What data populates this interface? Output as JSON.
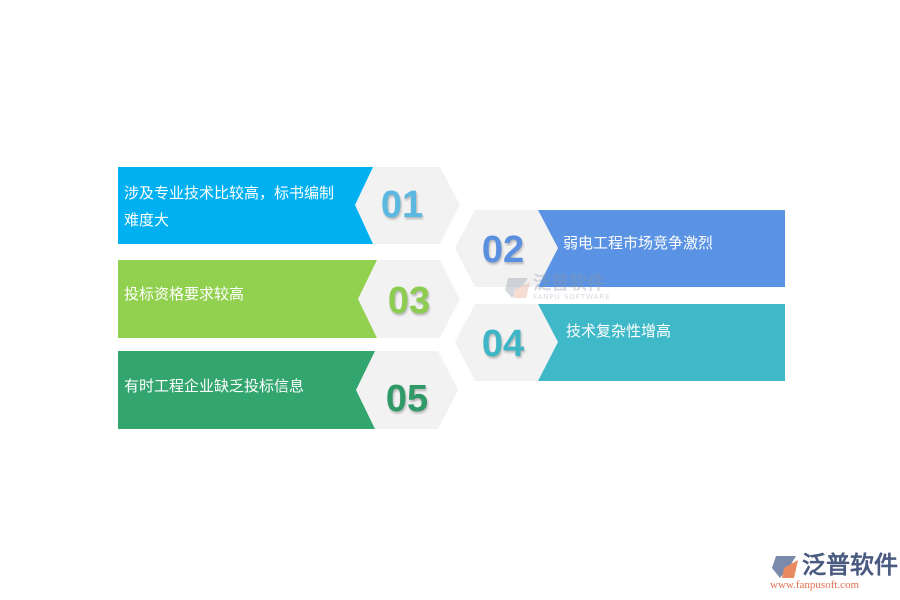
{
  "items": [
    {
      "number": "01",
      "text_line1": "涉及专业技术比较高，标书编制",
      "text_line2": "难度大",
      "color": "#00b0f0",
      "number_color": "#5bb8e0"
    },
    {
      "number": "02",
      "text": "弱电工程市场竞争激烈",
      "color": "#5b93e4",
      "number_color": "#5b8fe0"
    },
    {
      "number": "03",
      "text": "投标资格要求较高",
      "color": "#92d050",
      "number_color": "#8ccc50"
    },
    {
      "number": "04",
      "text": "技术复杂性增高",
      "color": "#3fb8c8",
      "number_color": "#3fb5c5"
    },
    {
      "number": "05",
      "text": "有时工程企业缺乏投标信息",
      "color": "#33a56e",
      "number_color": "#2f9a68"
    }
  ],
  "watermark": {
    "cn": "泛普软件",
    "en": "FANPU SOFTWARE"
  },
  "logo": {
    "cn": "泛普软件",
    "url": "www.fanpusoft.com"
  },
  "hex_color": "#f2f2f2"
}
